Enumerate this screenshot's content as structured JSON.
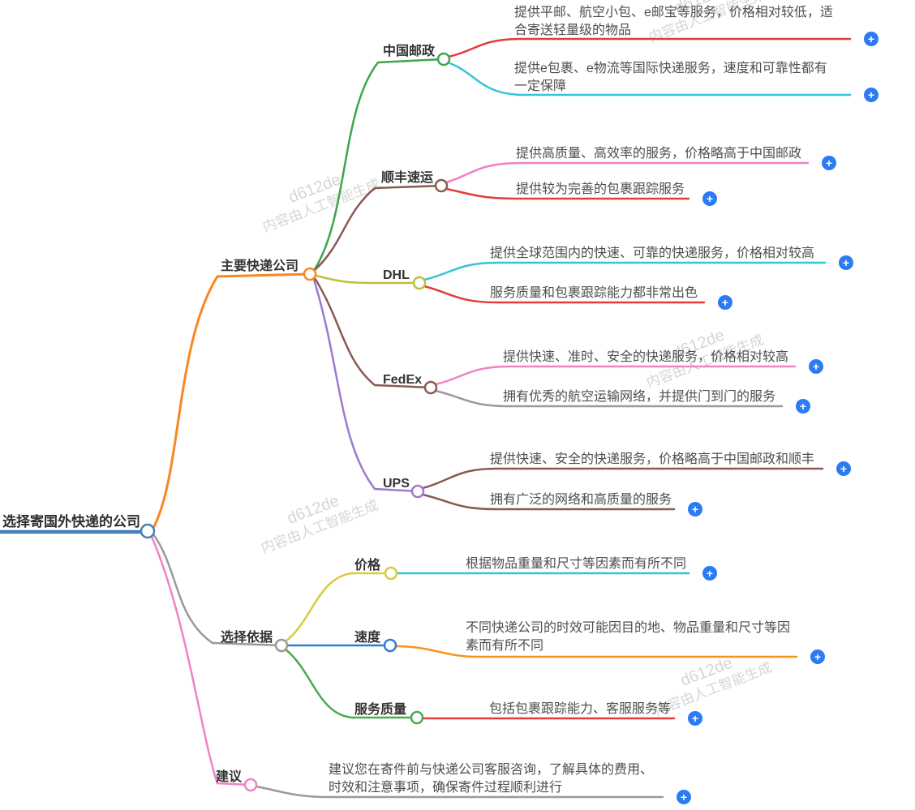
{
  "ui": {
    "plus": "+"
  },
  "watermark": {
    "line1": "d612de",
    "line2": "内容由人工智能生成"
  },
  "palette": {
    "root_blue": "#4480b9",
    "orange": "#f8871f",
    "gray": "#999999",
    "pink": "#ef82c6",
    "green": "#3fa54d",
    "brown": "#8a5a52",
    "olive": "#c0bf3c",
    "purple": "#9c7ad0",
    "red": "#e23c3c",
    "cyan": "#35c3d8",
    "yellow": "#d8cb3f",
    "blue": "#2e7fd1",
    "leaf_green": "#4aab4f",
    "leaf_orange": "#f6941e",
    "plus_blue": "#2b7bf4"
  },
  "root": {
    "label": "选择寄国外快递的公司"
  },
  "branches": [
    {
      "label": "主要快递公司",
      "children": [
        {
          "label": "中国邮政",
          "leaves": [
            {
              "text": "提供平邮、航空小包、e邮宝等服务，价格相对较低，适\n合寄送轻量级的物品"
            },
            {
              "text": "提供e包裹、e物流等国际快递服务，速度和可靠性都有\n一定保障"
            }
          ]
        },
        {
          "label": "顺丰速运",
          "leaves": [
            {
              "text": "提供高质量、高效率的服务，价格略高于中国邮政"
            },
            {
              "text": "提供较为完善的包裹跟踪服务"
            }
          ]
        },
        {
          "label": "DHL",
          "leaves": [
            {
              "text": "提供全球范围内的快速、可靠的快递服务，价格相对较高"
            },
            {
              "text": "服务质量和包裹跟踪能力都非常出色"
            }
          ]
        },
        {
          "label": "FedEx",
          "leaves": [
            {
              "text": "提供快速、准时、安全的快递服务，价格相对较高"
            },
            {
              "text": "拥有优秀的航空运输网络，并提供门到门的服务"
            }
          ]
        },
        {
          "label": "UPS",
          "leaves": [
            {
              "text": "提供快速、安全的快递服务，价格略高于中国邮政和顺丰"
            },
            {
              "text": "拥有广泛的网络和高质量的服务"
            }
          ]
        }
      ]
    },
    {
      "label": "选择依据",
      "children": [
        {
          "label": "价格",
          "leaves": [
            {
              "text": "根据物品重量和尺寸等因素而有所不同"
            }
          ]
        },
        {
          "label": "速度",
          "leaves": [
            {
              "text": "不同快递公司的时效可能因目的地、物品重量和尺寸等因\n素而有所不同"
            }
          ]
        },
        {
          "label": "服务质量",
          "leaves": [
            {
              "text": "包括包裹跟踪能力、客服服务等"
            }
          ]
        }
      ]
    },
    {
      "label": "建议",
      "leaves": [
        {
          "text": "建议您在寄件前与快递公司客服咨询，了解具体的费用、\n时效和注意事项，确保寄件过程顺利进行"
        }
      ]
    }
  ]
}
